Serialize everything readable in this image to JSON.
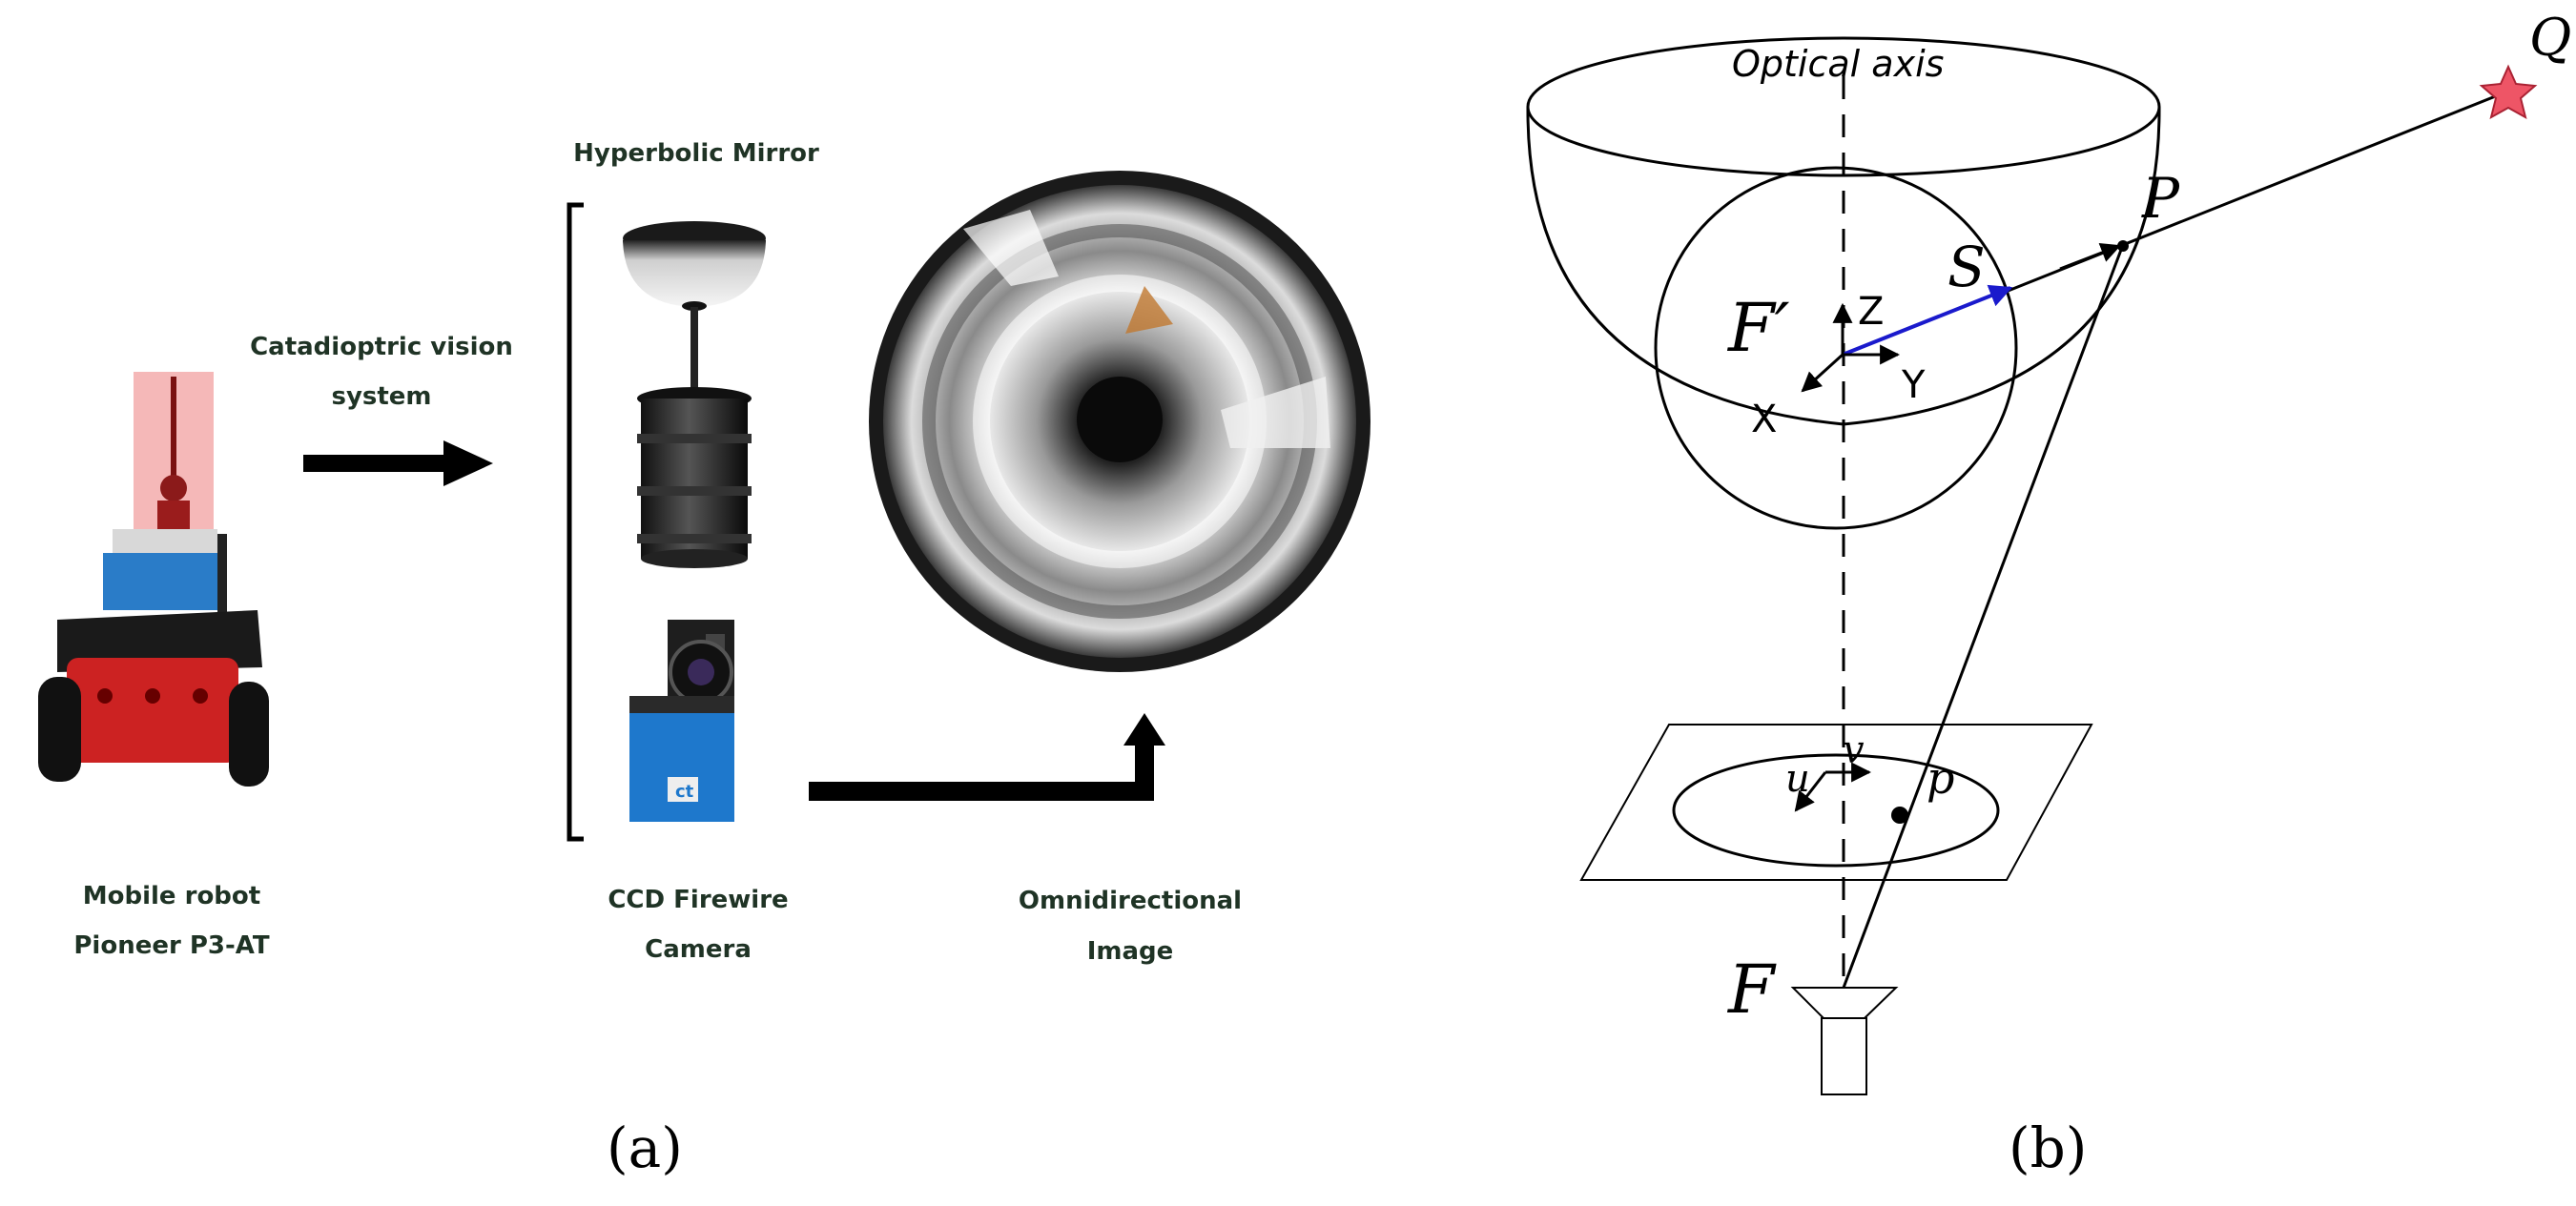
{
  "panel_a": {
    "labels": {
      "hyperbolic_mirror": "Hyperbolic Mirror",
      "catadioptric_line1": "Catadioptric vision",
      "catadioptric_line2": "system",
      "robot_line1": "Mobile robot",
      "robot_line2": "Pioneer P3-AT",
      "camera_line1": "CCD Firewire",
      "camera_line2": "Camera",
      "omni_line1": "Omnidirectional",
      "omni_line2": "Image"
    },
    "caption": "(a)"
  },
  "panel_b": {
    "labels": {
      "optical_axis": "Optical axis",
      "Q": "Q",
      "P": "P",
      "S": "S",
      "F_prime": "F′",
      "Z": "Z",
      "Y": "Y",
      "X": "X",
      "u": "u",
      "v": "v",
      "p": "p",
      "F": "F"
    },
    "caption": "(b)"
  },
  "colors": {
    "label_green": "#1f3325",
    "vector_blue": "#1a1acc",
    "star_red": "#ee5566",
    "robot_red": "#cc2222",
    "robot_blue": "#2a7cc8"
  }
}
